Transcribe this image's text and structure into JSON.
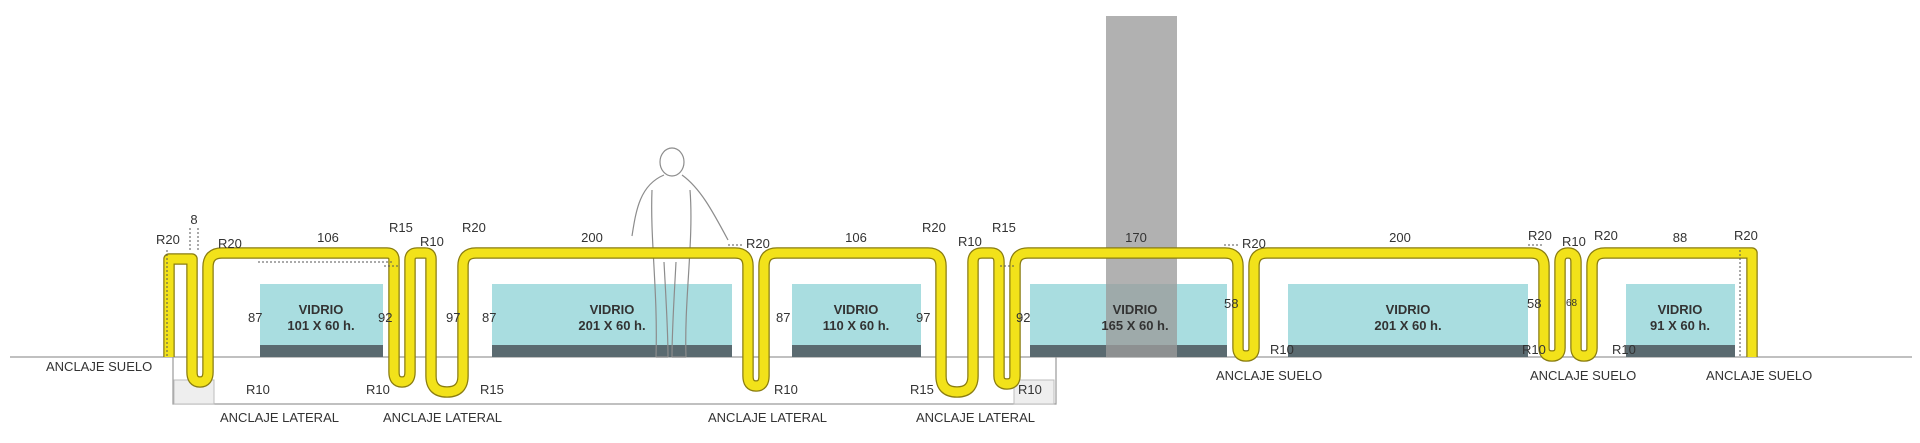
{
  "glass_title": "VIDRIO",
  "panels": [
    {
      "size": "101 X 60 h."
    },
    {
      "size": "201 X 60 h."
    },
    {
      "size": "110 X 60 h."
    },
    {
      "size": "165 X 60 h."
    },
    {
      "size": "201 X 60 h."
    },
    {
      "size": "91 X 60 h."
    }
  ],
  "dimensions_top": [
    "8",
    "106",
    "200",
    "106",
    "170",
    "200",
    "88"
  ],
  "dimensions_side": [
    "87",
    "92",
    "97",
    "87",
    "87",
    "97",
    "92",
    "58",
    "58",
    "68"
  ],
  "radii": [
    "R20",
    "R20",
    "R15",
    "R10",
    "R20",
    "R20",
    "R20",
    "R10",
    "R15",
    "R20",
    "R20",
    "R10",
    "R20",
    "R20",
    "R10",
    "R10",
    "R15",
    "R10",
    "R15",
    "R10",
    "R10",
    "R10",
    "R10"
  ],
  "anchors": {
    "floor": "ANCLAJE SUELO",
    "lateral": "ANCLAJE LATERAL"
  },
  "colors": {
    "rail": "#f2e21a",
    "glass": "#a9dde0",
    "glass_base": "#5a6a70",
    "column": "#b3b3b3"
  }
}
